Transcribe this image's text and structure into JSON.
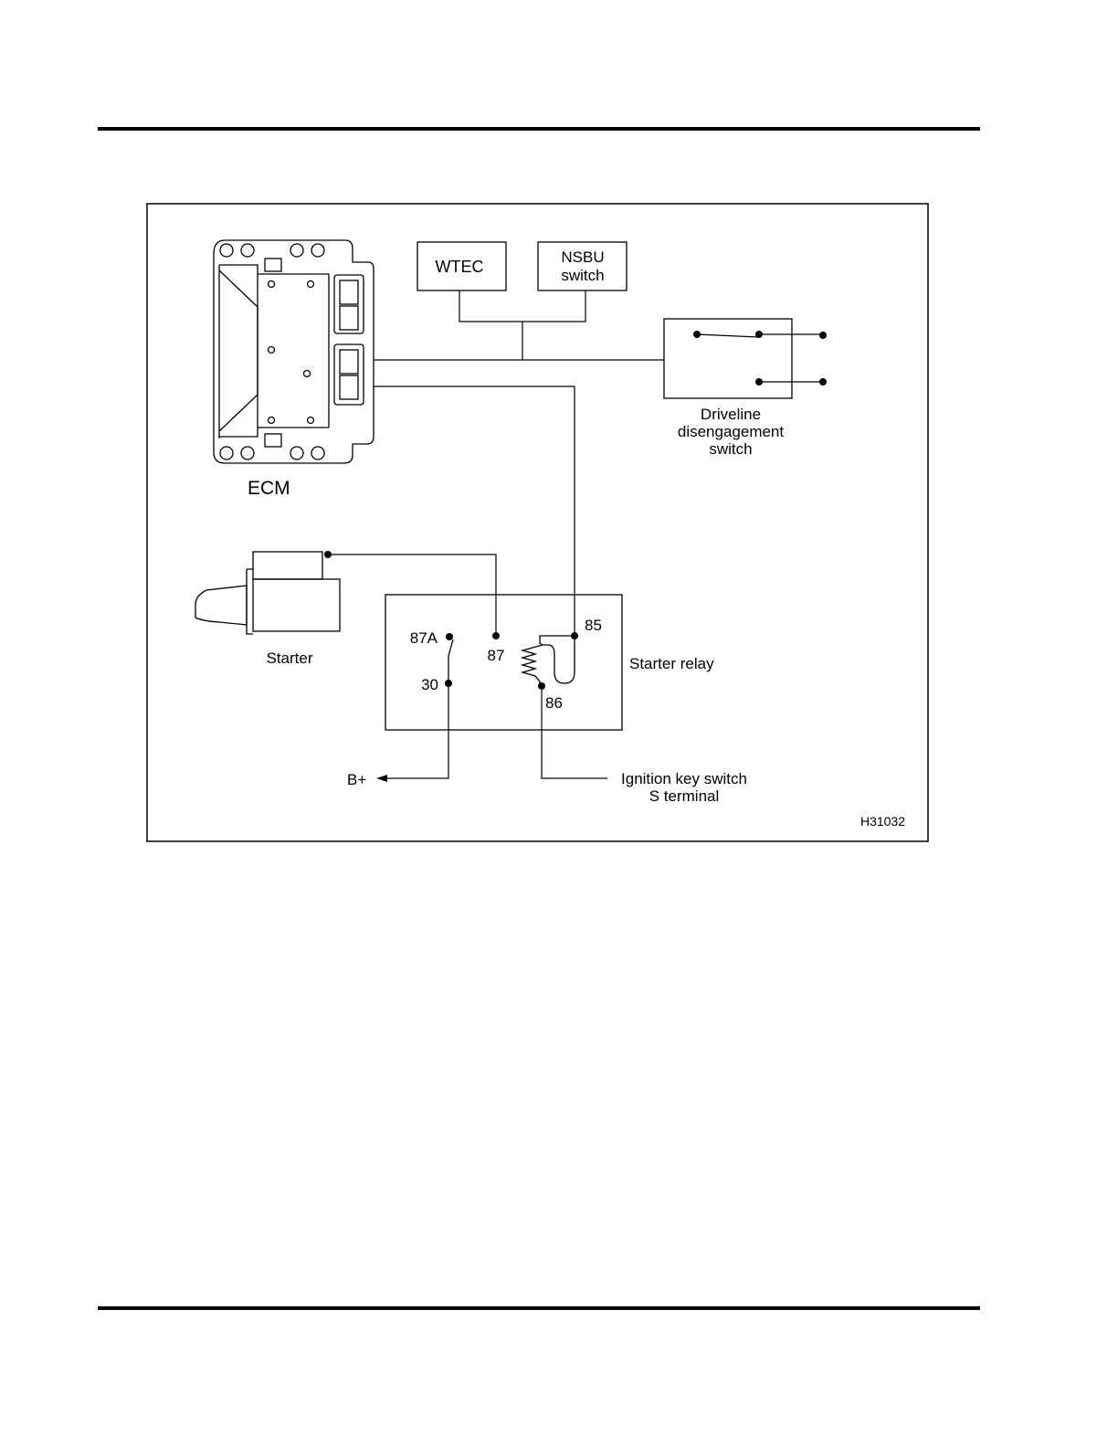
{
  "labels": {
    "ecm": "ECM",
    "wtec": "WTEC",
    "nsbu_line1": "NSBU",
    "nsbu_line2": "switch",
    "driveline_line1": "Driveline",
    "driveline_line2": "disengagement",
    "driveline_line3": "switch",
    "starter": "Starter",
    "starter_relay": "Starter relay",
    "b_plus": "B+",
    "ignition_line1": "Ignition key switch",
    "ignition_line2": "S terminal",
    "figure_id": "H31032"
  },
  "relay_terminals": {
    "t87a": "87A",
    "t87": "87",
    "t30": "30",
    "t85": "85",
    "t86": "86"
  }
}
